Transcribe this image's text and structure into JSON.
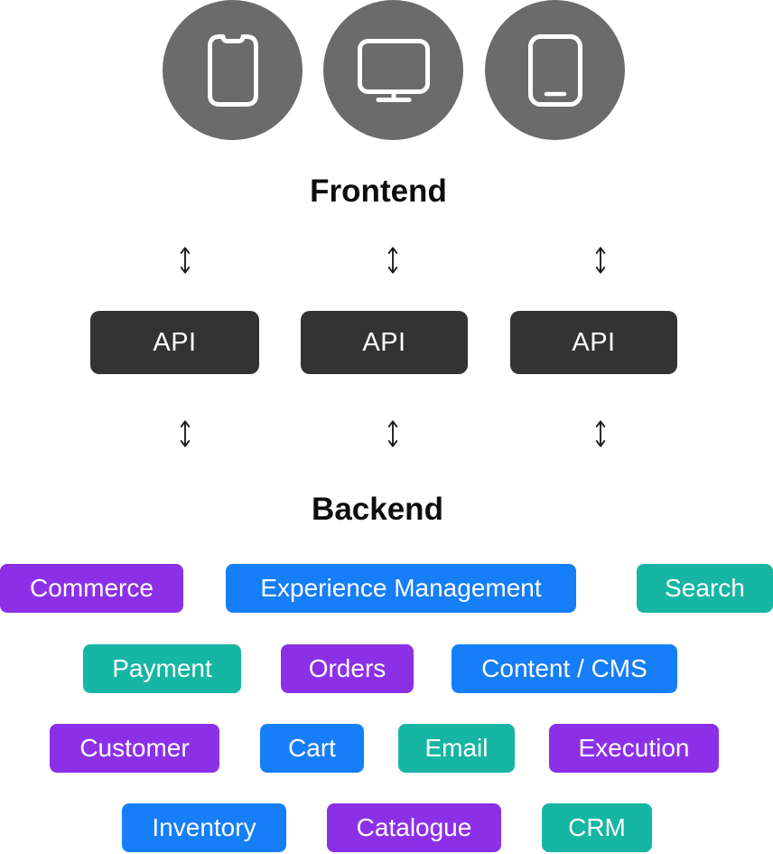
{
  "palette": {
    "purple": "#8c30e8",
    "blue": "#167ef7",
    "teal": "#16b5a4",
    "api_dark": "#333333",
    "device_gray": "#6b6b6b"
  },
  "frontend": {
    "label": "Frontend",
    "devices": [
      {
        "name": "smartphone"
      },
      {
        "name": "desktop-monitor"
      },
      {
        "name": "tablet"
      }
    ]
  },
  "api_nodes": [
    {
      "label": "API"
    },
    {
      "label": "API"
    },
    {
      "label": "API"
    }
  ],
  "backend": {
    "label": "Backend",
    "service_rows": [
      [
        {
          "label": "Commerce",
          "color": "purple"
        },
        {
          "label": "Experience Management",
          "color": "blue"
        },
        {
          "label": "Search",
          "color": "teal"
        }
      ],
      [
        {
          "label": "Payment",
          "color": "teal"
        },
        {
          "label": "Orders",
          "color": "purple"
        },
        {
          "label": "Content / CMS",
          "color": "blue"
        }
      ],
      [
        {
          "label": "Customer",
          "color": "purple"
        },
        {
          "label": "Cart",
          "color": "blue"
        },
        {
          "label": "Email",
          "color": "teal"
        },
        {
          "label": "Execution",
          "color": "purple"
        }
      ],
      [
        {
          "label": "Inventory",
          "color": "blue"
        },
        {
          "label": "Catalogue",
          "color": "purple"
        },
        {
          "label": "CRM",
          "color": "teal"
        }
      ]
    ]
  }
}
